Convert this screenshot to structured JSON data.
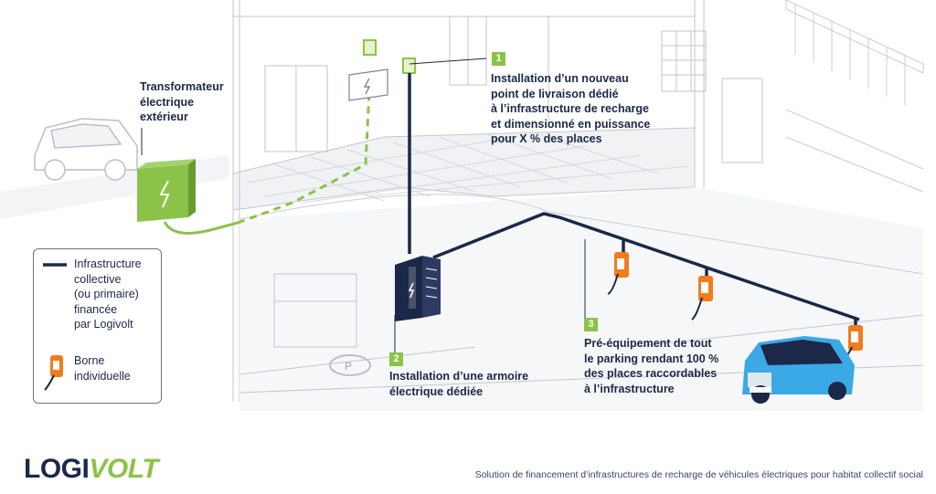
{
  "labels": {
    "transformer": [
      "Transformateur",
      "électrique",
      "extérieur"
    ],
    "step1": [
      "Installation d’un nouveau",
      "point de livraison dédié",
      "à l’infrastructure de recharge",
      "et dimensionné en puissance",
      "pour X % des places"
    ],
    "step2": [
      "Installation d’une armoire",
      "électrique dédiée"
    ],
    "step3": [
      "Pré-équipement de tout",
      "le parking rendant 100 %",
      "des places raccordables",
      "à l’infrastructure"
    ]
  },
  "badges": {
    "step1": "1",
    "step2": "2",
    "step3": "3"
  },
  "legend": {
    "line_item": [
      "Infrastructure",
      "collective",
      "(ou primaire)",
      "financée",
      "par Logivolt"
    ],
    "charger_item": [
      "Borne",
      "individuelle"
    ]
  },
  "footer": {
    "logo_part1": "LOGI",
    "logo_part2": "VOLT",
    "tagline": "Solution de financement d’infrastructures de recharge de véhicules électriques pour habitat collectif social"
  },
  "colors": {
    "navy": "#1c2848",
    "green": "#8bc34a",
    "orange": "#f07c1b",
    "car_blue": "#3ba9e6",
    "sketch": "#b9bec9"
  },
  "icons": [
    "lightning-icon",
    "charger-icon",
    "parking-icon",
    "car-icon",
    "meter-icon"
  ]
}
